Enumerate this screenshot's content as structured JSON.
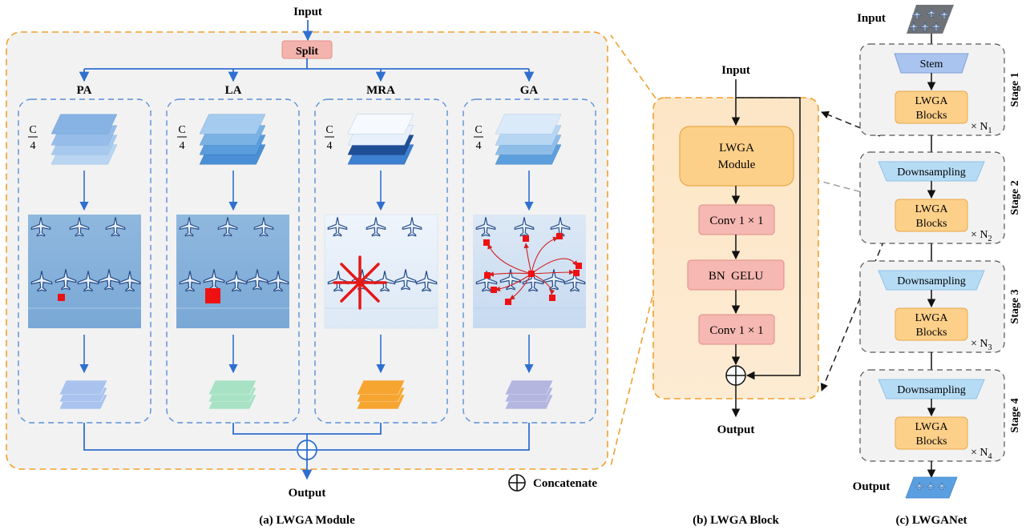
{
  "module": {
    "input": "Input",
    "split": "Split",
    "output": "Output",
    "branches": [
      {
        "name": "PA",
        "fraction_num": "C",
        "fraction_den": "4"
      },
      {
        "name": "LA",
        "fraction_num": "C",
        "fraction_den": "4"
      },
      {
        "name": "MRA",
        "fraction_num": "C",
        "fraction_den": "4"
      },
      {
        "name": "GA",
        "fraction_num": "C",
        "fraction_den": "4"
      }
    ],
    "legend": "Concatenate",
    "caption": "(a) LWGA Module"
  },
  "block": {
    "input": "Input",
    "module_line1": "LWGA",
    "module_line2": "Module",
    "conv1": "Conv 1 × 1",
    "bn": "BN  GELU",
    "conv2": "Conv 1 × 1",
    "output": "Output",
    "caption": "(b) LWGA Block"
  },
  "net": {
    "input": "Input",
    "output": "Output",
    "stem": "Stem",
    "downsampling": "Downsampling",
    "blocks_line1": "LWGA",
    "blocks_line2": "Blocks",
    "stages": [
      {
        "label": "Stage 1",
        "n": "× N",
        "sub": "1"
      },
      {
        "label": "Stage 2",
        "n": "× N",
        "sub": "2"
      },
      {
        "label": "Stage 3",
        "n": "× N",
        "sub": "3"
      },
      {
        "label": "Stage 4",
        "n": "× N",
        "sub": "4"
      }
    ],
    "caption": "(c) LWGANet"
  },
  "colors": {
    "blue_arrow": "#2f6fd0",
    "orange_dash": "#f0a030",
    "split_fill": "#f4b4ae",
    "conv_fill": "#f6b8b2",
    "lwga_fill": "#fdd08a",
    "stem_fill": "#aac4f0",
    "down_fill": "#b6dcf5",
    "feature_pa": "#a9c3ee",
    "feature_la": "#a8e2c4",
    "feature_mra": "#f7a531",
    "feature_ga": "#b4b6e0"
  }
}
